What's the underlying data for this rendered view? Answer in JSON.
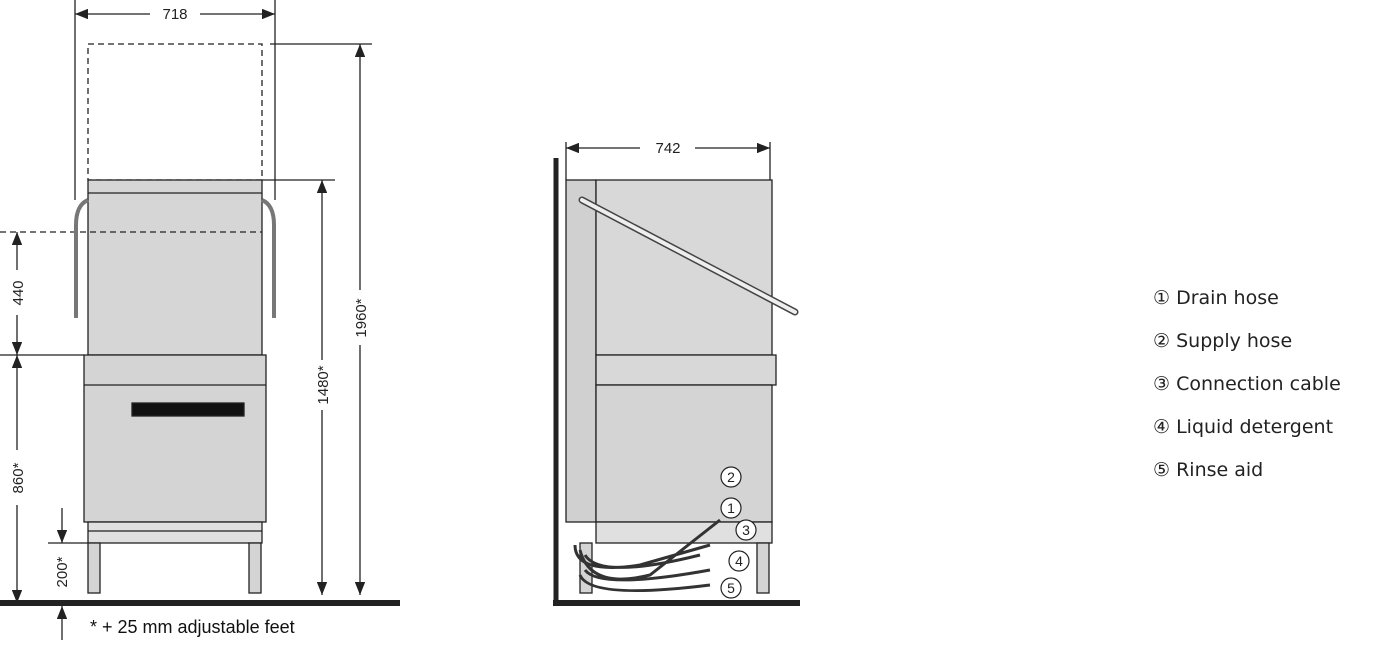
{
  "front_view": {
    "width_dim": "718",
    "hood_dim": "440",
    "table_height_dim": "860*",
    "leg_dim": "200*",
    "closed_height_dim": "1480*",
    "open_height_dim": "1960*"
  },
  "side_view": {
    "depth_dim": "742",
    "callouts": [
      "2",
      "1",
      "3",
      "4",
      "5"
    ]
  },
  "legend": [
    {
      "num": "①",
      "label": "Drain hose"
    },
    {
      "num": "②",
      "label": "Supply hose"
    },
    {
      "num": "③",
      "label": "Connection cable"
    },
    {
      "num": "④",
      "label": "Liquid detergent"
    },
    {
      "num": "⑤",
      "label": "Rinse aid"
    }
  ],
  "footnote": "* + 25 mm adjustable feet",
  "colors": {
    "body": "#d4d4d4",
    "line": "#222222",
    "panel": "#111111"
  }
}
